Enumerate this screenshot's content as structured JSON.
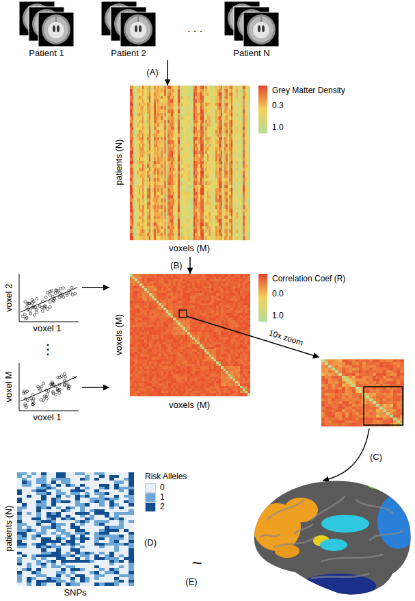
{
  "diagram": {
    "nodes": [
      {
        "text": [
          "Patient 1"
        ]
      },
      {
        "text": [
          "Patient 2"
        ]
      },
      {
        "text": [
          "Patient N"
        ]
      },
      {
        "text": [
          "patients (N)",
          "voxels (M)"
        ]
      },
      {
        "text": [
          "voxel 2",
          "voxel 1"
        ]
      },
      {
        "text": [
          "voxel M",
          "voxel 1"
        ]
      },
      {
        "text": [
          "voxels (M)",
          "voxels (M)"
        ]
      },
      {
        "text": [
          "patients (N)",
          "SNPs"
        ]
      }
    ],
    "edges": [
      {
        "from": 1,
        "to": 3,
        "arrow": "to",
        "label": "(A)"
      },
      {
        "from": 3,
        "to": 6,
        "arrow": "to",
        "label": "(B)"
      },
      {
        "from": 4,
        "to": 6,
        "arrow": "to"
      },
      {
        "from": 5,
        "to": 6,
        "arrow": "to"
      }
    ],
    "labels": [
      ". . .",
      "Grey Matter Density",
      "0.3",
      "1.0",
      "Correlation Coef (R)",
      "0.0",
      "1.0",
      "⋮",
      "10x zoom",
      "(C)",
      "Risk Alleles",
      "(D)",
      "~",
      "(E)"
    ],
    "legend": [
      {
        "text": "0",
        "color": "#eaf0f8"
      },
      {
        "text": "1",
        "color": "#6da7d6"
      },
      {
        "text": "2",
        "color": "#124f90"
      }
    ]
  }
}
